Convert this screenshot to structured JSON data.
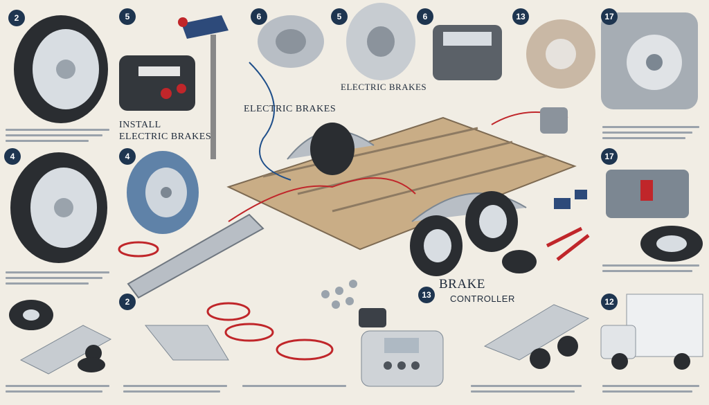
{
  "labels": {
    "install_line1": "INSTALL",
    "install_line2": "ELECTRIC BRAKES",
    "electric_brakes_top": "ELECTRIC BRAKES",
    "electric_brakes_mid": "ELECTRIC BRAKES",
    "brake": "BRAKE",
    "controller": "CONTROLLER"
  },
  "step_badges": {
    "b1": "2",
    "b2": "5",
    "b3": "6",
    "b4": "5",
    "b5": "6",
    "b6": "13",
    "b7": "17",
    "b8": "4",
    "b9": "4",
    "b10": "17",
    "b11": "2",
    "b12": "13",
    "b13": "12"
  },
  "colors": {
    "background": "#f1ede4",
    "navy": "#1e3550",
    "accent_red": "#c0262a",
    "metal": "#c7ccd1",
    "wood": "#c9ad86"
  }
}
